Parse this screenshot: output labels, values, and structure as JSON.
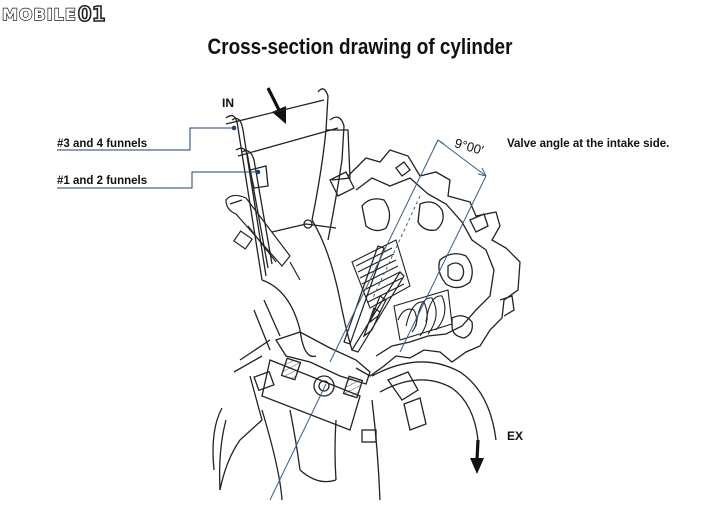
{
  "logo": {
    "text": "MOBILE",
    "number": "01"
  },
  "title": "Cross-section drawing of cylinder",
  "labels": {
    "intake": "IN",
    "exhaust": "EX",
    "funnels_34": "#3 and 4 funnels",
    "funnels_12": "#1 and 2 funnels",
    "valve_angle_desc": "Valve angle at the intake side.",
    "valve_angle_value": "9°00′"
  },
  "colors": {
    "line": "#222222",
    "callout": "#1f3f6e",
    "axis": "#3a5f8a"
  }
}
